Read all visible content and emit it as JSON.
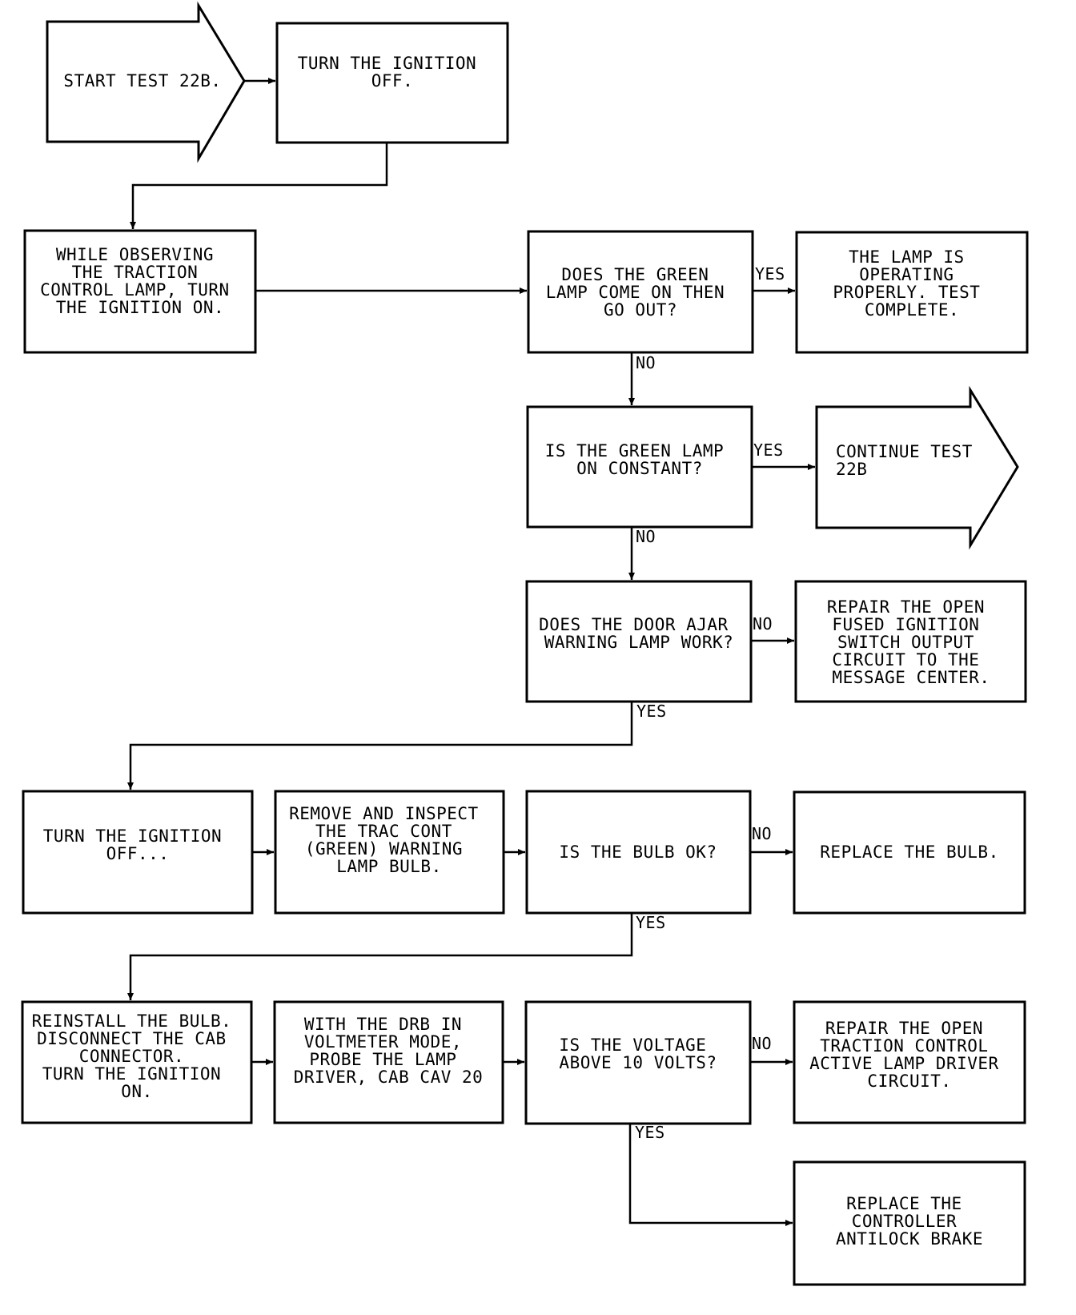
{
  "flowchart": {
    "start": {
      "lines": [
        "START TEST 22B."
      ]
    },
    "n1": {
      "lines": [
        "TURN THE IGNITION",
        "OFF."
      ]
    },
    "n2": {
      "lines": [
        "WHILE OBSERVING",
        "THE TRACTION",
        "CONTROL LAMP, TURN",
        "THE IGNITION ON."
      ]
    },
    "d1": {
      "lines": [
        "DOES THE GREEN",
        "LAMP COME ON THEN",
        "GO OUT?"
      ]
    },
    "r1": {
      "lines": [
        "THE LAMP IS",
        "OPERATING",
        "PROPERLY. TEST",
        "COMPLETE."
      ]
    },
    "d2": {
      "lines": [
        "IS THE GREEN LAMP",
        "ON CONSTANT?"
      ]
    },
    "cont": {
      "lines": [
        "CONTINUE TEST",
        "22B"
      ]
    },
    "d3": {
      "lines": [
        "DOES THE DOOR AJAR",
        "WARNING LAMP WORK?"
      ]
    },
    "r2": {
      "lines": [
        "REPAIR THE OPEN",
        "FUSED IGNITION",
        "SWITCH OUTPUT",
        "CIRCUIT TO THE",
        "MESSAGE CENTER."
      ]
    },
    "n3": {
      "lines": [
        "TURN THE IGNITION",
        "OFF..."
      ]
    },
    "n4": {
      "lines": [
        "REMOVE AND INSPECT",
        "THE TRAC CONT",
        "(GREEN) WARNING",
        "LAMP BULB."
      ]
    },
    "d4": {
      "lines": [
        "IS THE BULB OK?"
      ]
    },
    "r3": {
      "lines": [
        "REPLACE THE BULB."
      ]
    },
    "n5": {
      "lines": [
        "REINSTALL THE BULB.",
        "DISCONNECT THE CAB",
        "CONNECTOR.",
        "TURN THE IGNITION",
        "ON."
      ]
    },
    "n6": {
      "lines": [
        "WITH THE DRB IN",
        "VOLTMETER MODE,",
        "PROBE THE LAMP",
        "DRIVER, CAB CAV 20"
      ]
    },
    "d5": {
      "lines": [
        "IS THE VOLTAGE",
        "ABOVE 10 VOLTS?"
      ]
    },
    "r4": {
      "lines": [
        "REPAIR THE OPEN",
        "TRACTION CONTROL",
        "ACTIVE LAMP DRIVER",
        "CIRCUIT."
      ]
    },
    "r5": {
      "lines": [
        "REPLACE THE",
        "CONTROLLER",
        "ANTILOCK BRAKE"
      ]
    }
  },
  "edge_labels": {
    "d1_yes": "YES",
    "d1_no": "NO",
    "d2_yes": "YES",
    "d2_no": "NO",
    "d3_no": "NO",
    "d3_yes": "YES",
    "d4_no": "NO",
    "d4_yes": "YES",
    "d5_no": "NO",
    "d5_yes": "YES"
  }
}
